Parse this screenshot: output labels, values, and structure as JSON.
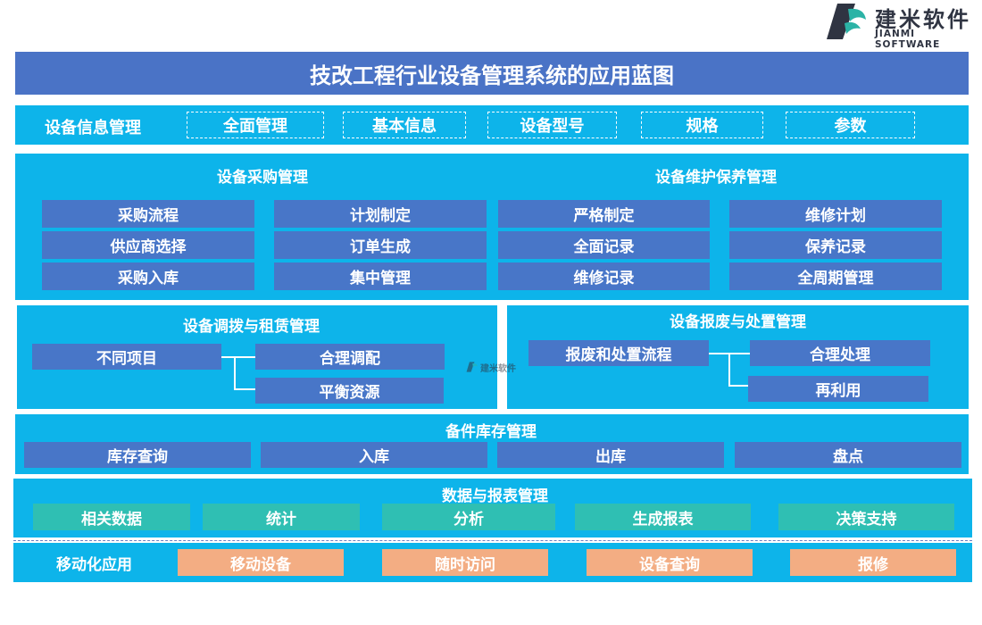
{
  "brand": {
    "name": "建米软件",
    "subtitle": "JIANMI SOFTWARE",
    "watermark": "建米软件"
  },
  "title": "技改工程行业设备管理系统的应用蓝图",
  "equipment_info": {
    "label": "设备信息管理",
    "items": [
      "全面管理",
      "基本信息",
      "设备型号",
      "规格",
      "参数"
    ]
  },
  "procurement": {
    "title": "设备采购管理",
    "items": [
      "采购流程",
      "计划制定",
      "供应商选择",
      "订单生成",
      "采购入库",
      "集中管理"
    ]
  },
  "maintenance": {
    "title": "设备维护保养管理",
    "items": [
      "严格制定",
      "维修计划",
      "全面记录",
      "保养记录",
      "维修记录",
      "全周期管理"
    ]
  },
  "transfer": {
    "title": "设备调拨与租赁管理",
    "root": "不同项目",
    "children": [
      "合理调配",
      "平衡资源"
    ]
  },
  "scrap": {
    "title": "设备报废与处置管理",
    "root": "报废和处置流程",
    "children": [
      "合理处理",
      "再利用"
    ]
  },
  "inventory": {
    "title": "备件库存管理",
    "items": [
      "库存查询",
      "入库",
      "出库",
      "盘点"
    ]
  },
  "reports": {
    "title": "数据与报表管理",
    "items": [
      "相关数据",
      "统计",
      "分析",
      "生成报表",
      "决策支持"
    ]
  },
  "mobile": {
    "label": "移动化应用",
    "items": [
      "移动设备",
      "随时访问",
      "设备查询",
      "报修"
    ]
  },
  "colors": {
    "title_bar": "#4a73c6",
    "section_bg": "#0db4ea",
    "box_blue": "#4876c8",
    "box_teal": "#2fbfb3",
    "box_orange": "#f3ad83"
  }
}
